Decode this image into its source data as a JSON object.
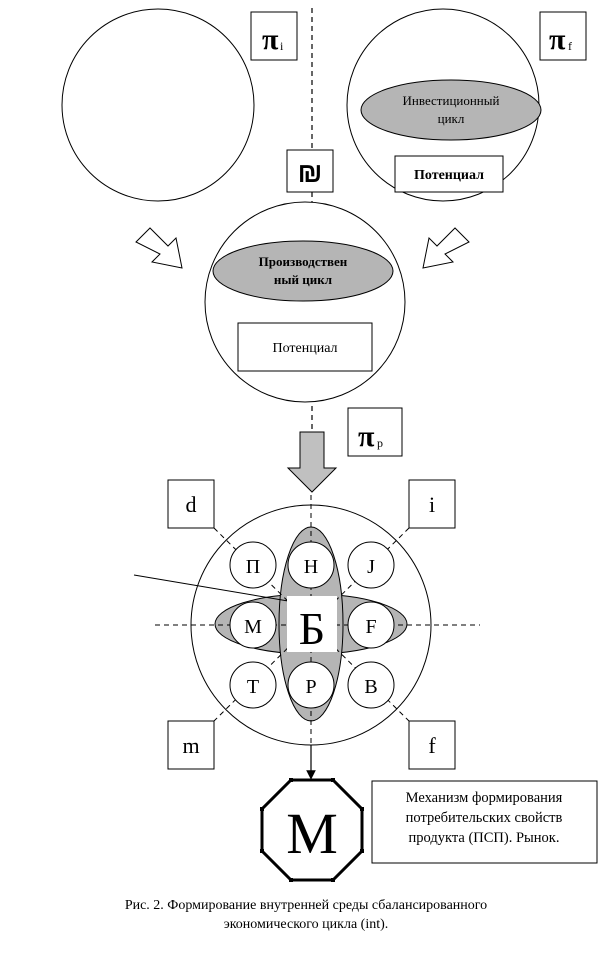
{
  "boxes": {
    "pi_i": {
      "symbol": "π",
      "sub": "i"
    },
    "pi_f": {
      "symbol": "π",
      "sub": "f"
    },
    "pi_p": {
      "symbol": "π",
      "sub": "p"
    },
    "shekel": {
      "symbol": "₪"
    }
  },
  "top_right_circle": {
    "ellipse_line1": "Инвестиционный",
    "ellipse_line2": "цикл",
    "potential_label": "Потенциал"
  },
  "middle_circle": {
    "ellipse_line1": "Производствен",
    "ellipse_line2": "ный цикл",
    "potential_label": "Потенциал"
  },
  "corner_labels": {
    "d": "d",
    "i": "i",
    "m": "m",
    "f": "f"
  },
  "inner_circles": {
    "P_top_left": "П",
    "N_top": "Н",
    "J_top_right": "J",
    "M_left": "М",
    "F_right": "F",
    "T_bottom_left": "Т",
    "R_bottom": "Р",
    "V_bottom_right": "В"
  },
  "center_letter": "Б",
  "octagon_letter": "M",
  "mechanism_box": {
    "line1": "Механизм формирования",
    "line2": "потребительских свойств",
    "line3": "продукта (ПСП). Рынок."
  },
  "caption": {
    "line1": "Рис. 2. Формирование внутренней среды сбалансированного",
    "line2": "экономического цикла (int)."
  },
  "colors": {
    "gray_fill": "#b5b5b5",
    "line": "#000000",
    "arrow_fill": "#c0c0c0"
  }
}
